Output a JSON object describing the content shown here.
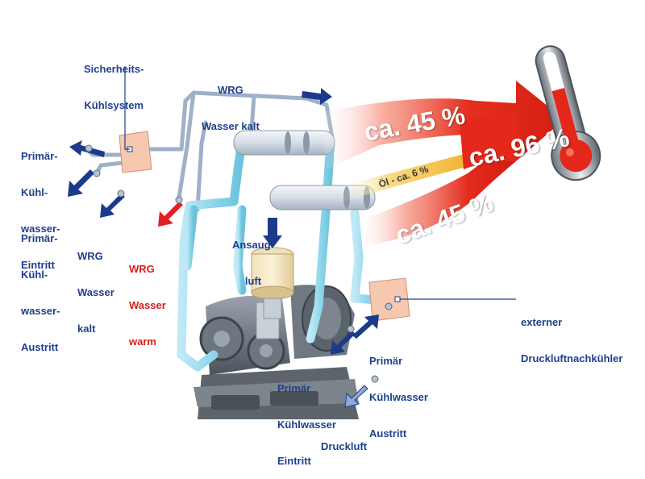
{
  "labels": {
    "sicherheit": [
      "Sicherheits-",
      "Kühlsystem"
    ],
    "wrg_top": [
      "WRG",
      "Wasser kalt"
    ],
    "primaer_eintritt_left": [
      "Primär-",
      "Kühl-",
      "wasser-",
      "Eintritt"
    ],
    "primaer_austritt_left": [
      "Primär-",
      "Kühl-",
      "wasser-",
      "Austritt"
    ],
    "wrg_kalt_bottom": [
      "WRG",
      "Wasser",
      "kalt"
    ],
    "wrg_warm": [
      "WRG",
      "Wasser",
      "warm"
    ],
    "ansaugluft": [
      "Ansaug-",
      "luft"
    ],
    "primaer_eintritt_bottom": [
      "Primär",
      "Kühlwasser",
      "Eintritt"
    ],
    "primaer_austritt_right": [
      "Primär",
      "Kühlwasser",
      "Austritt"
    ],
    "externer": [
      "externer",
      "Druckluftnachkühler"
    ],
    "druckluft": [
      "Druckluft"
    ]
  },
  "heat_flow": {
    "top_share": "ca. 45 %",
    "oil_share": "Öl - ca. 6 %",
    "bottom_share": "ca. 45 %",
    "total": "ca. 96 %"
  },
  "colors": {
    "label_blue": "#1f3f8f",
    "label_red": "#d61f1f",
    "heat_arrow": "#e4281c",
    "oil_band": "#f2b21f",
    "pipe_cyan": "#8fd6ec",
    "pipe_grey": "#9fb1c8",
    "cooler_box": "#f6c8b0",
    "flow_arrow": "#1c3a8c",
    "warm_arrow": "#e02020"
  },
  "icons": {
    "thermometer": "thermometer-icon",
    "compressor": "compressor-unit-icon",
    "air_filter": "air-filter-icon"
  }
}
